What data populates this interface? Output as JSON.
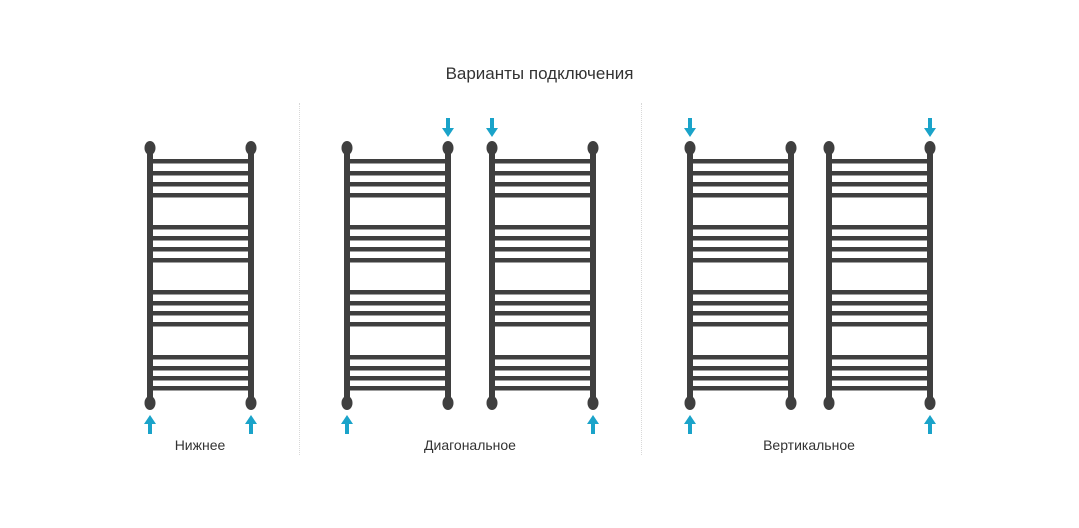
{
  "title": "Варианты подключения",
  "colors": {
    "rail": "#3f3f3f",
    "arrow": "#1aa3c9"
  },
  "groups": [
    {
      "label": "Нижнее",
      "rails": [
        {
          "inlets": [
            {
              "pole": "left",
              "end": "bottom"
            },
            {
              "pole": "right",
              "end": "bottom"
            }
          ]
        }
      ]
    },
    {
      "label": "Диагональное",
      "rails": [
        {
          "inlets": [
            {
              "pole": "right",
              "end": "top"
            },
            {
              "pole": "left",
              "end": "bottom"
            }
          ]
        },
        {
          "inlets": [
            {
              "pole": "left",
              "end": "top"
            },
            {
              "pole": "right",
              "end": "bottom"
            }
          ]
        }
      ]
    },
    {
      "label": "Вертикальное",
      "rails": [
        {
          "inlets": [
            {
              "pole": "left",
              "end": "top"
            },
            {
              "pole": "left",
              "end": "bottom"
            }
          ]
        },
        {
          "inlets": [
            {
              "pole": "right",
              "end": "top"
            },
            {
              "pole": "right",
              "end": "bottom"
            }
          ]
        }
      ]
    }
  ]
}
